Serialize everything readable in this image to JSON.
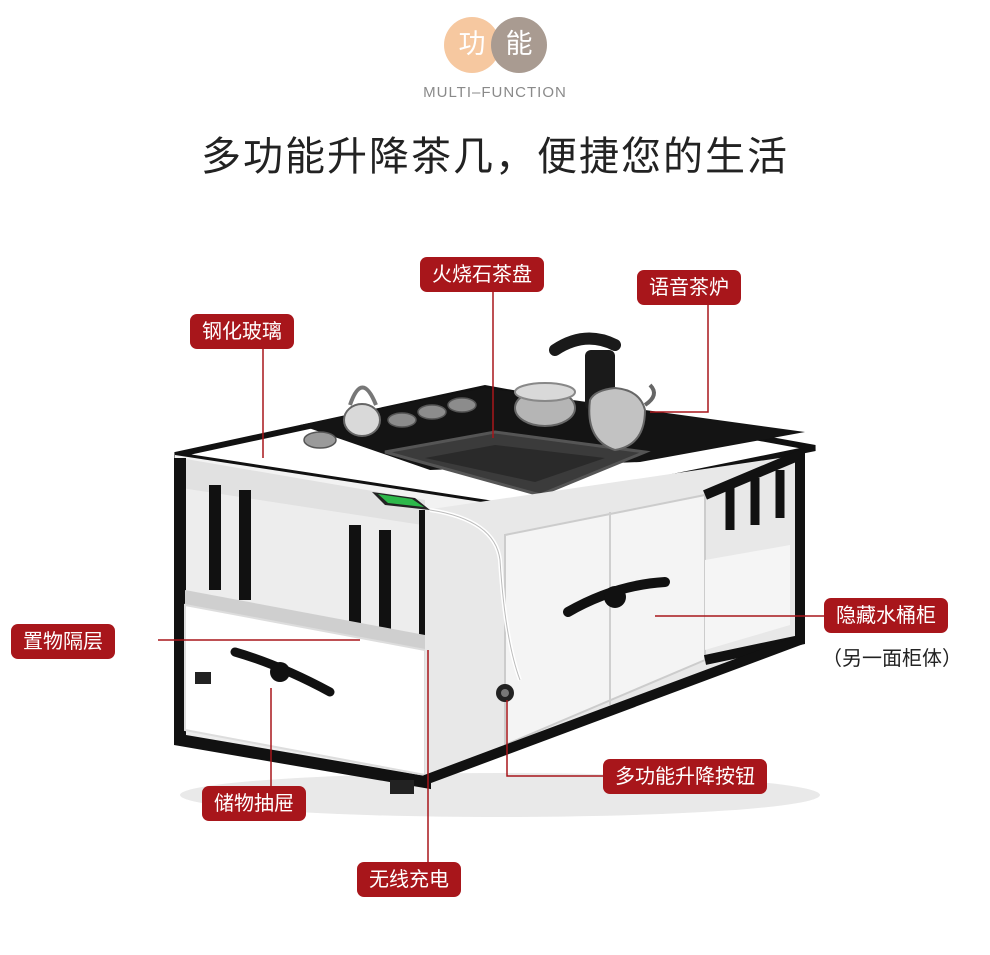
{
  "header": {
    "badge_left": "功",
    "badge_right": "能",
    "subtitle": "MULTI–FUNCTION",
    "headline": "多功能升降茶几，便捷您的生活"
  },
  "callouts": {
    "tea_tray": "火烧石茶盘",
    "voice_stove": "语音茶炉",
    "tempered_glass": "钢化玻璃",
    "water_cabinet": "隐藏水桶柜",
    "water_cabinet_note": "（另一面柜体）",
    "shelf": "置物隔层",
    "lift_button": "多功能升降按钮",
    "drawer": "储物抽屉",
    "wireless_charging": "无线充电"
  },
  "colors": {
    "tag_bg": "#a8161b",
    "badge_left": "#f6c8a0",
    "badge_right": "#a99b91",
    "frame": "#111111"
  }
}
